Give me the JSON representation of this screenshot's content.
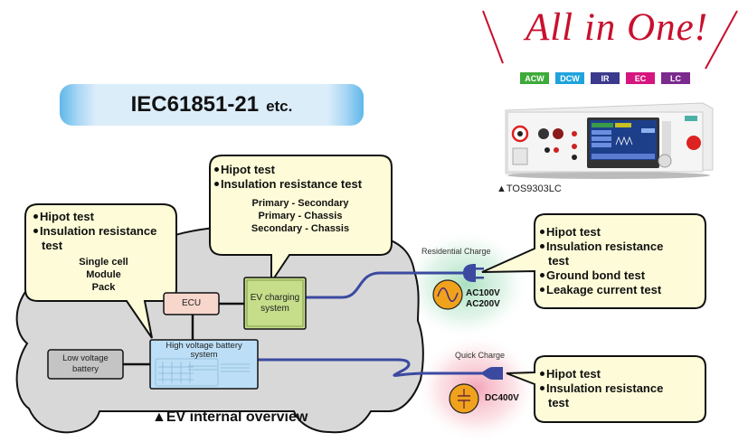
{
  "standard": {
    "main": "IEC61851-21",
    "suffix": "etc."
  },
  "product": {
    "tagline": "All in One!",
    "modes": [
      {
        "label": "ACW",
        "color": "#3daa3a"
      },
      {
        "label": "DCW",
        "color": "#1fa3dc"
      },
      {
        "label": "IR",
        "color": "#3b3a8c"
      },
      {
        "label": "EC",
        "color": "#d6157f"
      },
      {
        "label": "LC",
        "color": "#7b2a8e"
      }
    ],
    "caption": "▲TOS9303LC"
  },
  "callouts": {
    "battery": {
      "bullets": [
        "Hipot test",
        "Insulation resistance",
        "test"
      ],
      "sub": [
        "Single cell",
        "Module",
        "Pack"
      ]
    },
    "charging": {
      "bullets": [
        "Hipot test",
        "Insulation resistance test"
      ],
      "sub": [
        "Primary - Secondary",
        "Primary - Chassis",
        "Secondary - Chassis"
      ]
    },
    "residential": {
      "bullets": [
        "Hipot test",
        "Insulation resistance",
        "test",
        "Ground bond test",
        "Leakage current test"
      ]
    },
    "quick": {
      "bullets": [
        "Hipot test",
        "Insulation resistance",
        "test"
      ]
    }
  },
  "components": {
    "ecu": "ECU",
    "ev_charging": [
      "EV charging",
      "system"
    ],
    "hv_battery": [
      "High voltage battery",
      "system"
    ],
    "lv_battery": [
      "Low voltage",
      "battery"
    ]
  },
  "charging": {
    "residential": {
      "label": "Residential Charge",
      "voltages": [
        "AC100V",
        "AC200V"
      ],
      "icon": "ac-sine-icon"
    },
    "quick": {
      "label": "Quick Charge",
      "voltages": [
        "DC400V"
      ],
      "icon": "dc-capacitor-icon"
    }
  },
  "overview_caption": "▲EV internal overview",
  "colors": {
    "car_body": "#d8d8d8",
    "callout_fill": "#fefcd8",
    "ecu_fill": "#f7d6cc",
    "ev_charging_fill": "#c6de8a",
    "hv_battery_fill": "#bcdff7",
    "lv_battery_fill": "#c4c4c4",
    "cable": "#3b4aa0",
    "accent_red": "#c8102e",
    "voltage_badge": "#f0a21c"
  }
}
